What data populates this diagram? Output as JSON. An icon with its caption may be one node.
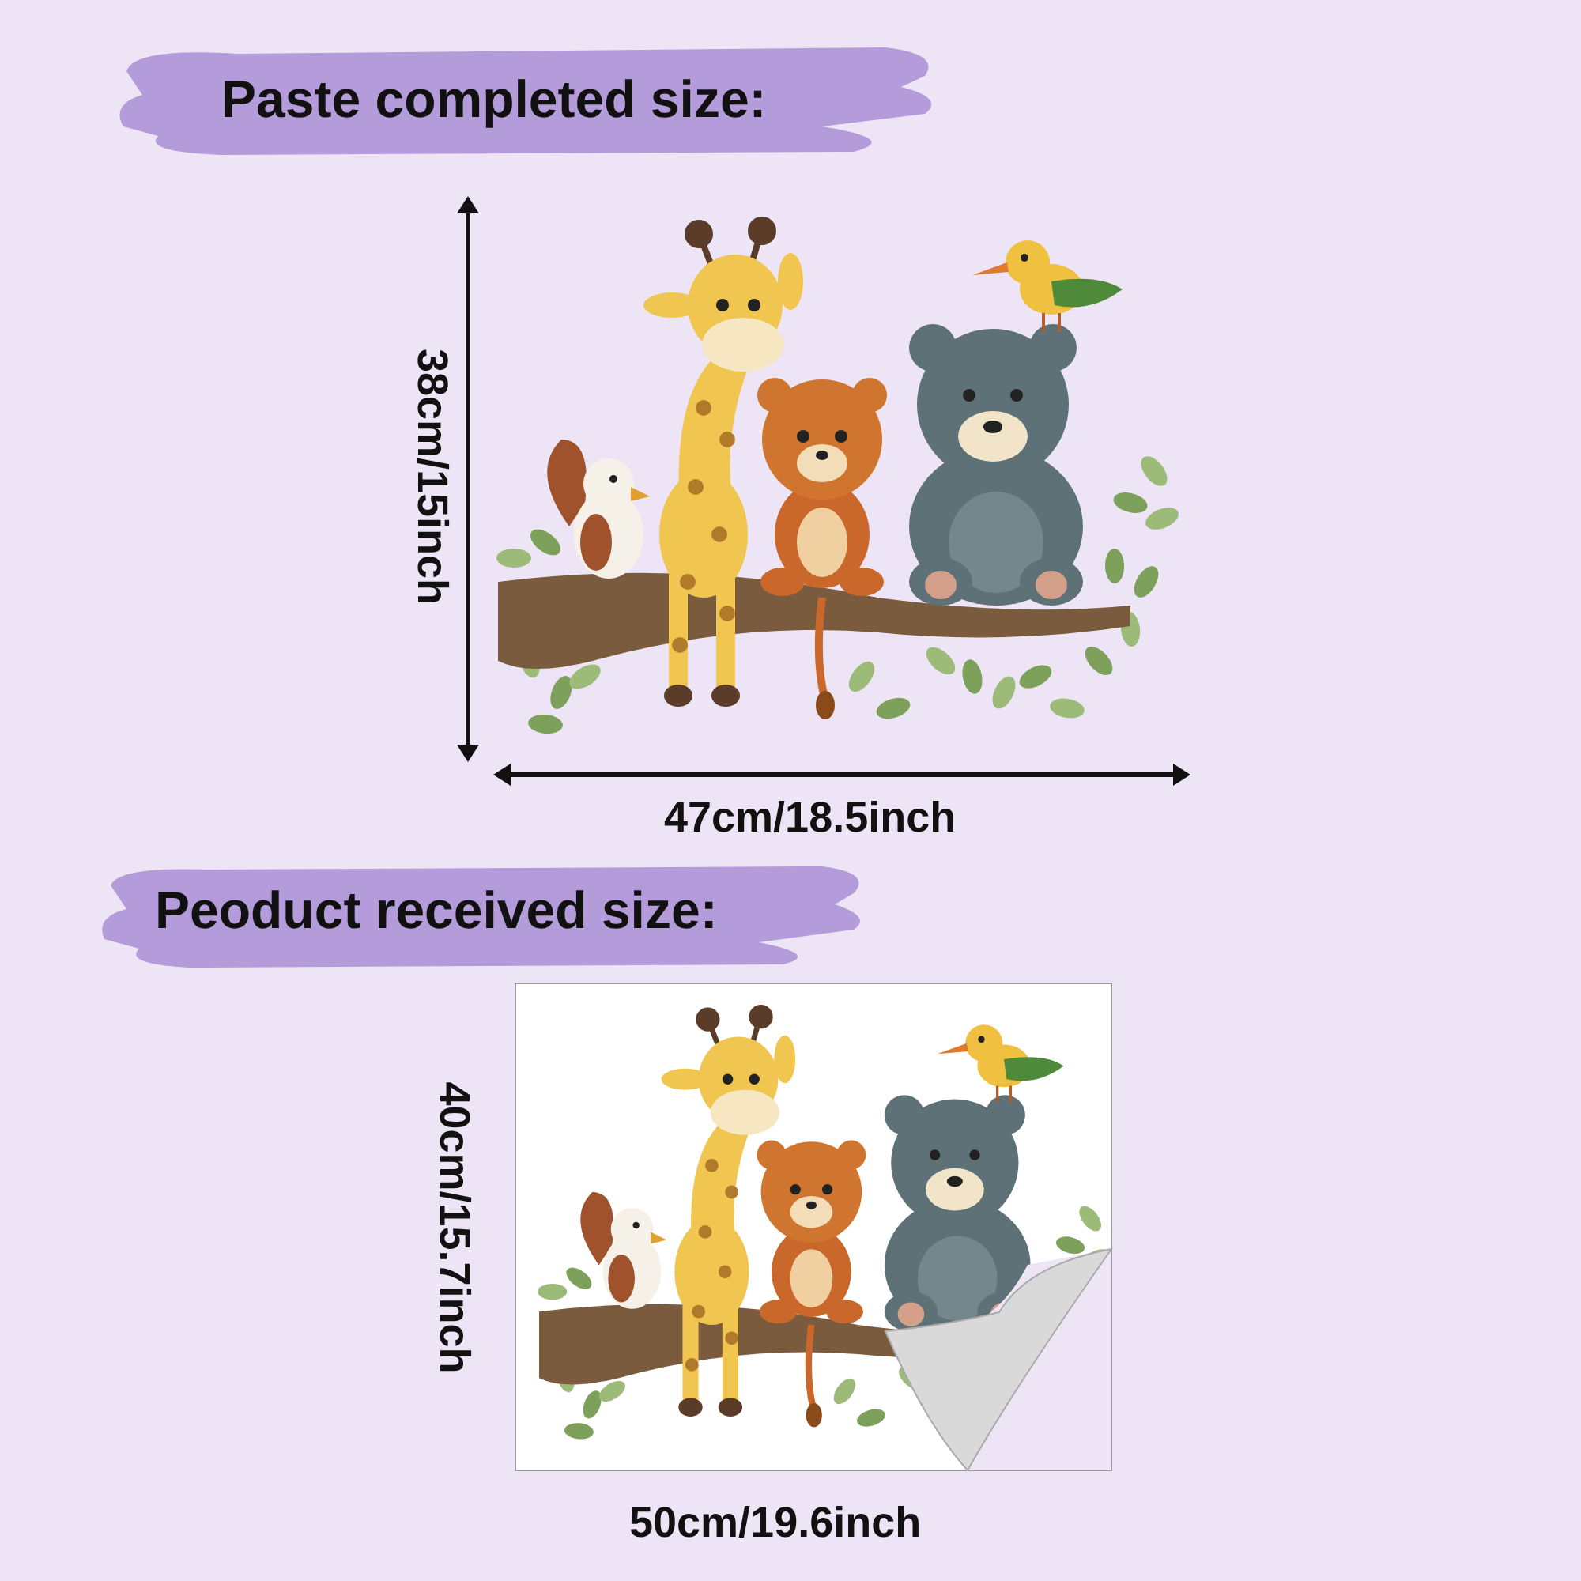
{
  "diagram": {
    "labels": [
      "Paste completed size:",
      "38cm/15inch",
      "47cm/18.5inch",
      "Peoduct received size:",
      "40cm/15.7inch",
      "50cm/19.6inch"
    ]
  }
}
